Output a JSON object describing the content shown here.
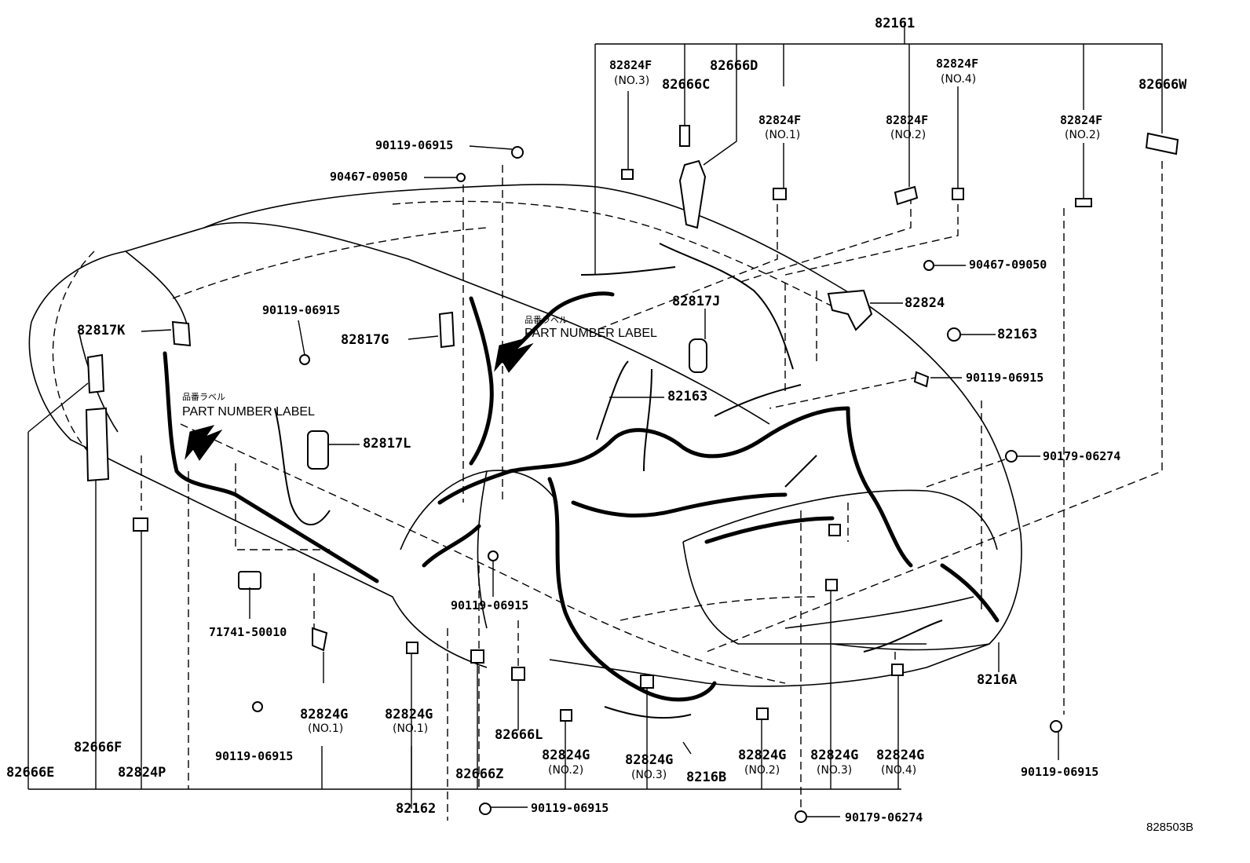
{
  "labels": {
    "top_assembly": "82161",
    "p_82824F_no3": "82824F",
    "p_82824F_no3_sub": "(NO.3)",
    "p_82666C": "82666C",
    "p_82666D": "82666D",
    "p_82824F_no1": "82824F",
    "p_82824F_no1_sub": "(NO.1)",
    "p_82824F_no2a": "82824F",
    "p_82824F_no2a_sub": "(NO.2)",
    "p_82824F_no4": "82824F",
    "p_82824F_no4_sub": "(NO.4)",
    "p_82824F_no2b": "82824F",
    "p_82824F_no2b_sub": "(NO.2)",
    "p_82666W": "82666W",
    "bolt_top": "90119-06915",
    "clip_top": "90467-09050",
    "clip_right": "90467-09050",
    "p_82817K": "82817K",
    "bolt_left_mid": "90119-06915",
    "p_82817G": "82817G",
    "p_82817J": "82817J",
    "label_jp_center": "品番ラベル",
    "label_en_center": "PART NUMBER LABEL",
    "p_82824": "82824",
    "p_82163_top": "82163",
    "bolt_right_mid": "90119-06915",
    "p_82163_mid": "82163",
    "label_jp_left": "品番ラベル",
    "label_en_left": "PART NUMBER LABEL",
    "p_82817L": "82817L",
    "nut_right": "90179-06274",
    "p_71741": "71741-50010",
    "bolt_center_low": "90119-06915",
    "p_82824G_no1a": "82824G",
    "p_82824G_no1a_sub": "(NO.1)",
    "p_82824G_no1b": "82824G",
    "p_82824G_no1b_sub": "(NO.1)",
    "p_8216A": "8216A",
    "p_82666L": "82666L",
    "p_82666F": "82666F",
    "bolt_bottom_left": "90119-06915",
    "p_82824G_no2a": "82824G",
    "p_82824G_no2a_sub": "(NO.2)",
    "p_82824G_no3a": "82824G",
    "p_82824G_no3a_sub": "(NO.3)",
    "p_82824G_no2b": "82824G",
    "p_82824G_no2b_sub": "(NO.2)",
    "p_82824G_no3b": "82824G",
    "p_82824G_no3b_sub": "(NO.3)",
    "p_82824G_no4": "82824G",
    "p_82824G_no4_sub": "(NO.4)",
    "bolt_bottom_right": "90119-06915",
    "p_82666E": "82666E",
    "p_82824P": "82824P",
    "p_82666Z": "82666Z",
    "p_8216B": "8216B",
    "p_82162": "82162",
    "bolt_bottom_center": "90119-06915",
    "nut_bottom": "90179-06274",
    "figure_id": "828503B"
  }
}
